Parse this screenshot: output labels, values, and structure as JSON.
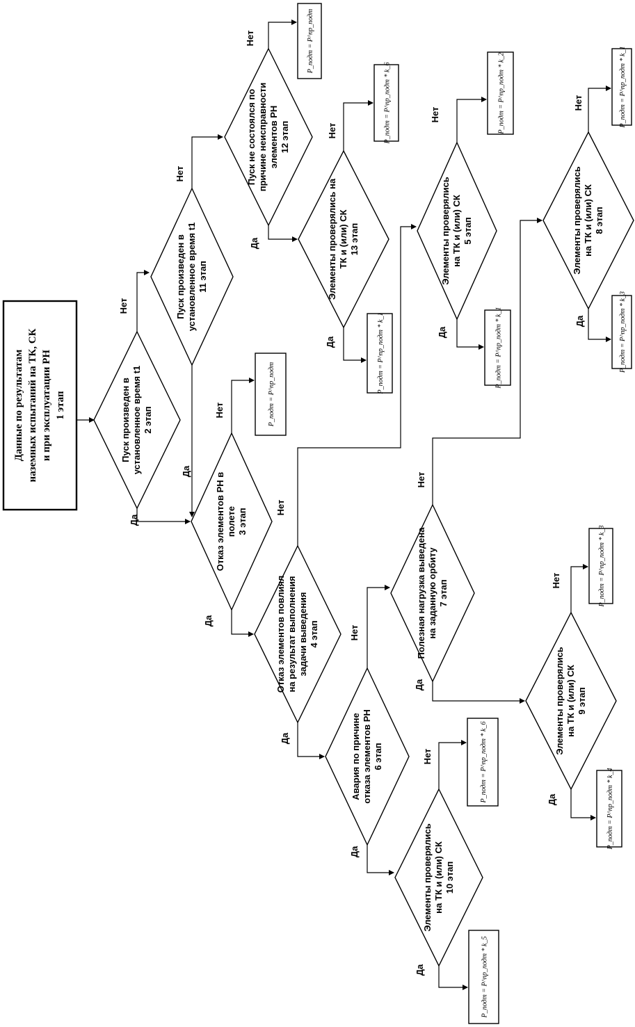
{
  "start": {
    "lines": [
      "Данные по результатам",
      "наземных испытаний на ТК, СК",
      "и при эксплуатации РН",
      "1 этап"
    ]
  },
  "decisions": {
    "d2": {
      "lines": [
        "Пуск произведен в",
        "установленное время t1",
        "2 этап"
      ]
    },
    "d3": {
      "lines": [
        "Отказ элементов РН в",
        "полете",
        "3 этап"
      ]
    },
    "d4": {
      "lines": [
        "Отказ элементов повлиял",
        "на результат выполнения",
        "задачи выведения",
        "4 этап"
      ]
    },
    "d5": {
      "lines": [
        "Элементы проверялись",
        "на ТК и (или) СК",
        "5 этап"
      ]
    },
    "d6": {
      "lines": [
        "Авария по причине",
        "отказа элементов РН",
        "6 этап"
      ]
    },
    "d7": {
      "lines": [
        "Полезная нагрузка выведена",
        "на заданную орбиту",
        "7 этап"
      ]
    },
    "d8": {
      "lines": [
        "Элементы проверялись",
        "на ТК и (или) СК",
        "8 этап"
      ]
    },
    "d9": {
      "lines": [
        "Элементы проверялись",
        "на ТК и (или) СК",
        "9 этап"
      ]
    },
    "d10": {
      "lines": [
        "Элементы проверялись",
        "на ТК и (или) СК",
        "10 этап"
      ]
    },
    "d11": {
      "lines": [
        "Пуск произведен в",
        "установленное время t1",
        "11 этап"
      ]
    },
    "d12": {
      "lines": [
        "Пуск не состоялся по",
        "причине неисправности",
        "элементов РН",
        "12 этап"
      ]
    },
    "d13": {
      "lines": [
        "Элементы проверялись на",
        "ТК и (или) СК",
        "13 этап"
      ]
    }
  },
  "results": {
    "r1": {
      "text": "P_подт = P^пр_подт"
    },
    "r2": {
      "text": "P_подт = P^пр_подт"
    },
    "r3": {
      "text": "P_подт = P^пр_подт * k_6"
    },
    "r4": {
      "text": "P_подт = P^пр_подт * k_1"
    },
    "r5": {
      "text": "P_подт = P^пр_подт * k_2"
    },
    "r6": {
      "text": "P_подт = P^пр_подт * k_1"
    },
    "r7": {
      "text": "P_подт = P^пр_подт * k_3"
    },
    "r8": {
      "text": "P_подт = P^пр_подт * k_1"
    },
    "r9": {
      "text": "P_подт = P^пр_подт * k_3"
    },
    "r10": {
      "text": "P_подт = P^пр_подт * k_4"
    },
    "r11": {
      "text": "P_подт = P^пр_подт * k_6"
    },
    "r12": {
      "text": "P_подт = P^пр_подт * k_5"
    }
  },
  "labels": {
    "yes": "Да",
    "no": "Нет"
  }
}
